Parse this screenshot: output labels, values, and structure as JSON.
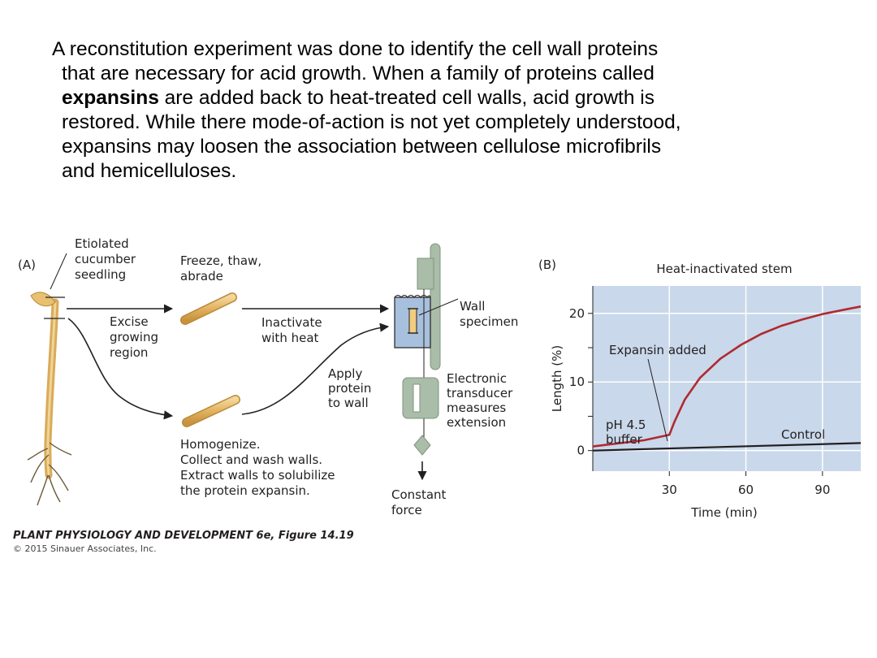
{
  "paragraph": {
    "l1": "A reconstitution experiment was done to identify the cell wall proteins",
    "l2": "that are necessary for acid growth. When a family of proteins called",
    "l3_bold": "expansins",
    "l3_rest": " are added back to heat-treated cell walls, acid growth is",
    "l4": "restored. While there mode-of-action is not yet completely understood,",
    "l5": "expansins may loosen the association between cellulose microfibrils",
    "l6": "and hemicelluloses."
  },
  "panel_a": {
    "letter": "(A)",
    "seedling_label": [
      "Etiolated",
      "cucumber",
      "seedling"
    ],
    "freeze_label": [
      "Freeze, thaw,",
      "abrade"
    ],
    "excise_label": [
      "Excise",
      "growing",
      "region"
    ],
    "inactivate_label": [
      "Inactivate",
      "with heat"
    ],
    "apply_label": [
      "Apply",
      "protein",
      "to wall"
    ],
    "homogenize_label": [
      "Homogenize.",
      "Collect and wash walls.",
      "Extract walls to solubilize",
      "the protein expansin."
    ],
    "wall_label": [
      "Wall",
      "specimen"
    ],
    "transducer_label": [
      "Electronic",
      "transducer",
      "measures",
      "extension"
    ],
    "force_label": [
      "Constant",
      "force"
    ]
  },
  "panel_b": {
    "letter": "(B)",
    "colors": {
      "plot_bg": "#c9d8ea",
      "expansin_line": "#b02a30",
      "control_line": "#231f20"
    }
  },
  "chart_data": {
    "type": "line",
    "title": "Heat-inactivated stem",
    "xlabel": "Time (min)",
    "ylabel": "Length (%)",
    "xlim": [
      0,
      105
    ],
    "ylim": [
      -3,
      24
    ],
    "xticks": [
      30,
      60,
      90
    ],
    "yticks": [
      0,
      10,
      20
    ],
    "series": [
      {
        "name": "Control",
        "x": [
          0,
          105
        ],
        "y": [
          0,
          1.1
        ]
      },
      {
        "name": "",
        "x": [
          0,
          20,
          30,
          32,
          36,
          42,
          50,
          58,
          66,
          74,
          82,
          90,
          98,
          105
        ],
        "y": [
          0.6,
          1.5,
          2.3,
          4.2,
          7.4,
          10.6,
          13.4,
          15.4,
          17.0,
          18.2,
          19.1,
          19.9,
          20.5,
          21.0
        ]
      }
    ],
    "annotations": {
      "buffer": [
        "pH 4.5",
        "buffer"
      ],
      "expansin": "Expansin added",
      "control": "Control"
    }
  },
  "caption": {
    "title": "PLANT PHYSIOLOGY AND DEVELOPMENT 6e, Figure 14.19",
    "copyright": "© 2015 Sinauer Associates, Inc."
  }
}
